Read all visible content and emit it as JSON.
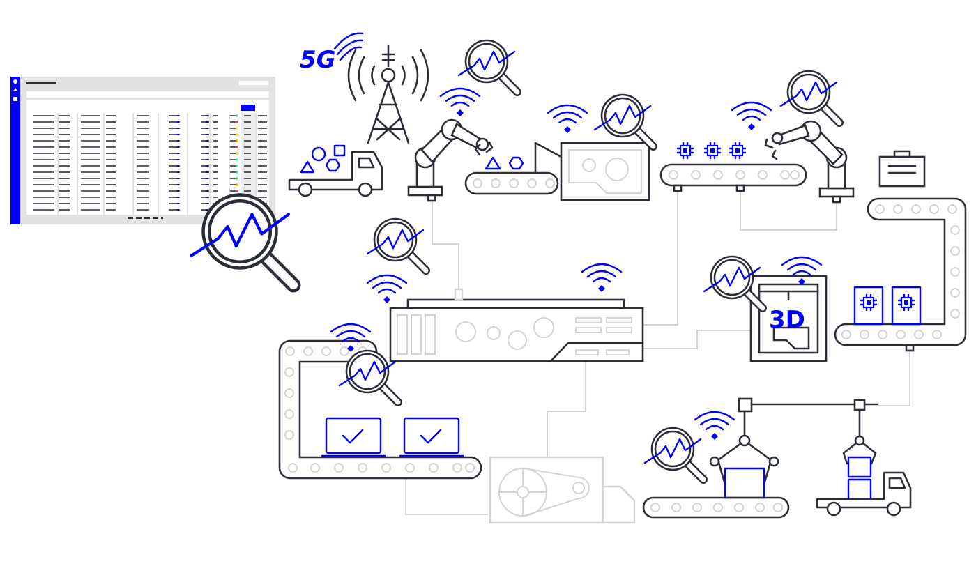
{
  "labels": {
    "network": "5G",
    "printer": "3D"
  },
  "colors": {
    "accent": "#0000ff",
    "ink": "#2a2e38",
    "connector": "#d4d4d4",
    "dashboard_bg": "#e2e2e2"
  },
  "dashboard": {
    "rows": 16,
    "status_colors": [
      "#33dd88",
      "#ee3355",
      "#eedd22",
      "#eedd22",
      "#ff8800",
      "#ee3355",
      "#eedd22",
      "#33dd88",
      "#33dd88",
      "#33dd88",
      "#33dd88",
      "#ff8800",
      "#ee3355",
      "#ee3355",
      "#ee3355",
      "#ff8800"
    ]
  }
}
